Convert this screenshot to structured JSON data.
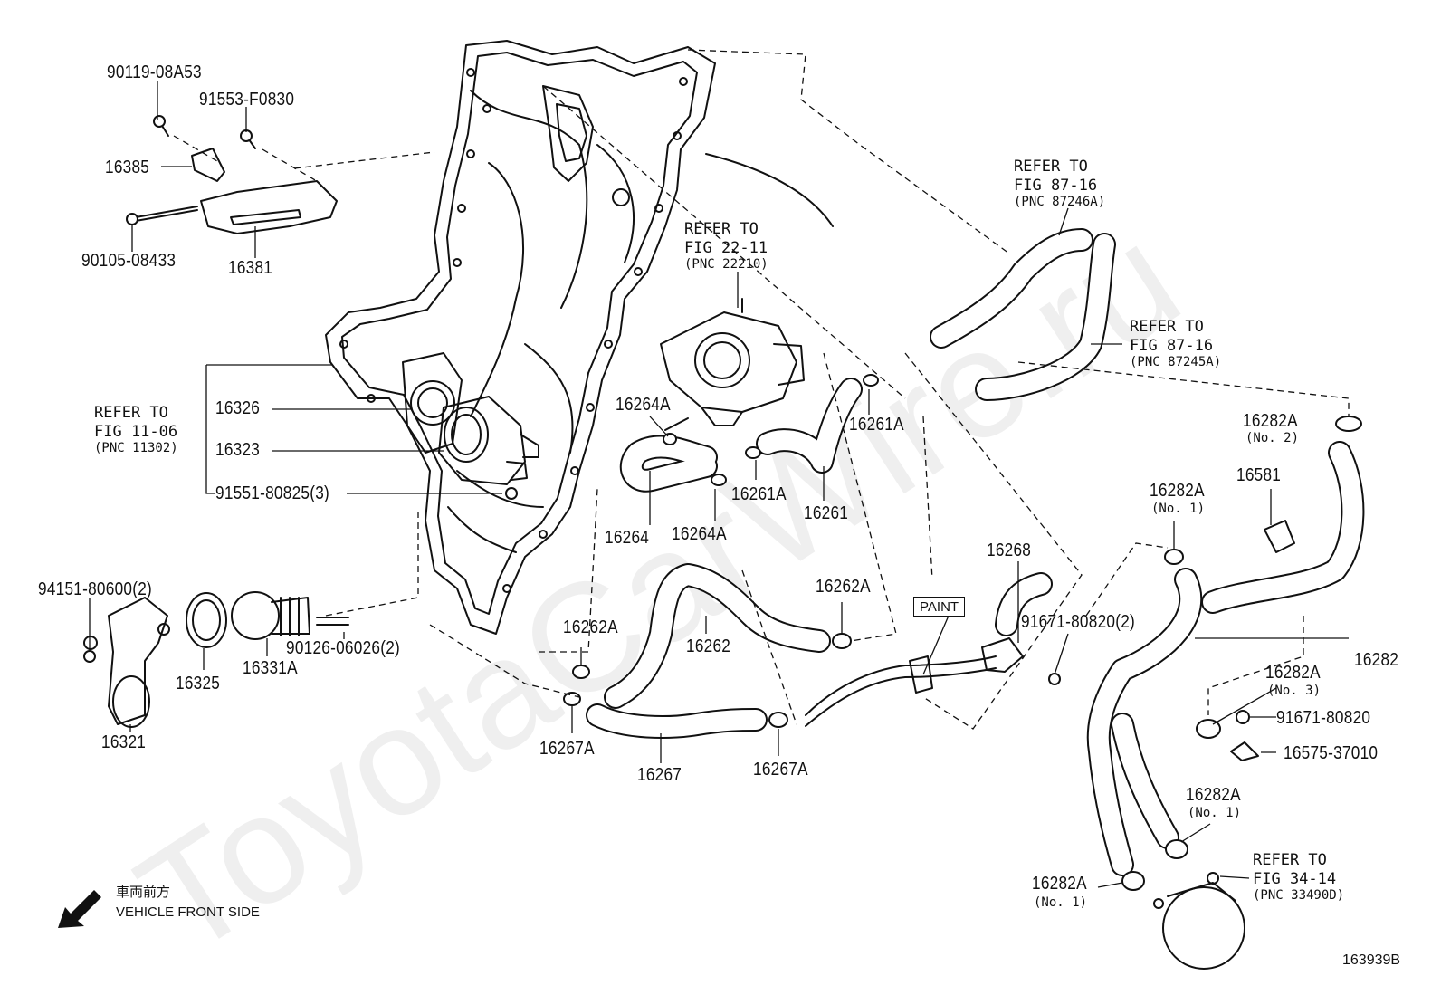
{
  "watermark": "ToyotaCarWire.ru",
  "diagram_id": "163939B",
  "vehicle_front": {
    "jp": "車両前方",
    "en": "VEHICLE FRONT SIDE"
  },
  "paint_label": "PAINT",
  "refs": {
    "r_22_11": {
      "l1": "REFER TO",
      "l2": "FIG 22-11",
      "l3": "(PNC 22210)"
    },
    "r_87_16a": {
      "l1": "REFER TO",
      "l2": "FIG 87-16",
      "l3": "(PNC 87246A)"
    },
    "r_87_16b": {
      "l1": "REFER TO",
      "l2": "FIG 87-16",
      "l3": "(PNC 87245A)"
    },
    "r_11_06": {
      "l1": "REFER TO",
      "l2": "FIG 11-06",
      "l3": "(PNC 11302)"
    },
    "r_34_14": {
      "l1": "REFER TO",
      "l2": "FIG 34-14",
      "l3": "(PNC 33490D)"
    }
  },
  "parts": {
    "p90119": "90119-08A53",
    "p91553": "91553-F0830",
    "p16385": "16385",
    "p90105": "90105-08433",
    "p16381": "16381",
    "p16326": "16326",
    "p16323": "16323",
    "p91551": "91551-80825(3)",
    "p94151": "94151-80600(2)",
    "p16321": "16321",
    "p16325": "16325",
    "p16331A": "16331A",
    "p90126": "90126-06026(2)",
    "p16264A_1": "16264A",
    "p16264A_2": "16264A",
    "p16264": "16264",
    "p16261A_1": "16261A",
    "p16261A_2": "16261A",
    "p16261": "16261",
    "p16262A_1": "16262A",
    "p16262A_2": "16262A",
    "p16262": "16262",
    "p16267A_1": "16267A",
    "p16267A_2": "16267A",
    "p16267": "16267",
    "p16268": "16268",
    "p91671_2": "91671-80820(2)",
    "p16282A_no2": "16282A",
    "no2": "(No. 2)",
    "p16581": "16581",
    "p16282A_no1a": "16282A",
    "no1a": "(No. 1)",
    "p16282": "16282",
    "p16282A_no3": "16282A",
    "no3": "(No. 3)",
    "p91671": "91671-80820",
    "p16575": "16575-37010",
    "p16282A_no1b": "16282A",
    "no1b": "(No. 1)",
    "p16282A_no1c": "16282A",
    "no1c": "(No. 1)"
  }
}
